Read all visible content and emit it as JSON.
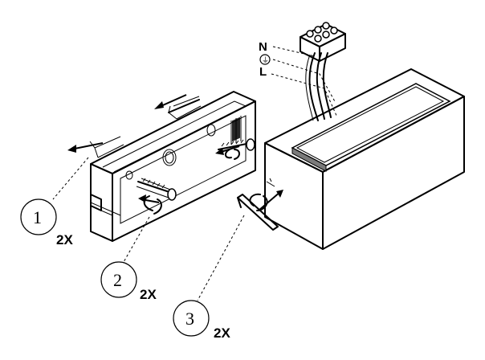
{
  "wire_labels": {
    "neutral": "N",
    "earth": "⏚",
    "live": "L"
  },
  "callouts": [
    {
      "number": "1",
      "quantity": "2X"
    },
    {
      "number": "2",
      "quantity": "2X"
    },
    {
      "number": "3",
      "quantity": "2X"
    }
  ],
  "colors": {
    "line": "#000000",
    "background": "#ffffff",
    "shade": "#7a7a7a"
  }
}
